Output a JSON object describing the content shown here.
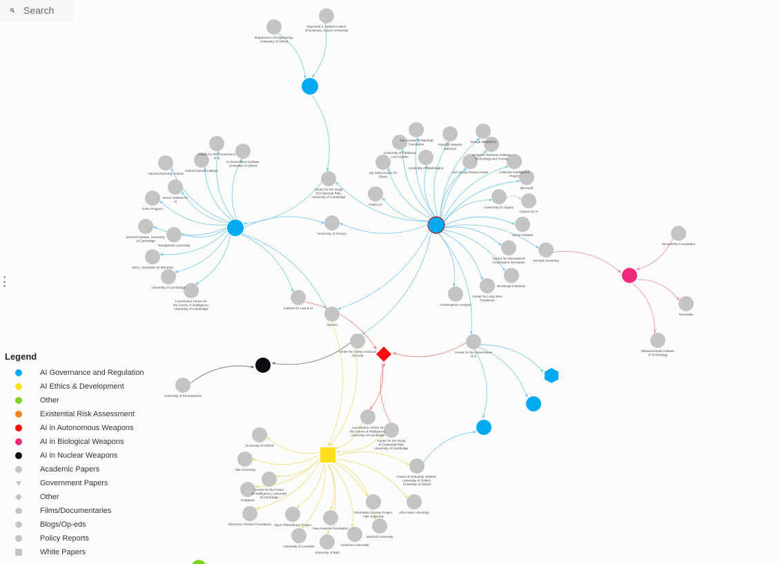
{
  "search": {
    "placeholder": "Search",
    "icon": "search-icon"
  },
  "legend": {
    "title": "Legend",
    "items": [
      {
        "label": "AI Governance and Regulation",
        "color": "#00aaf2",
        "shape": "circle"
      },
      {
        "label": "AI Ethics & Development",
        "color": "#ffe01a",
        "shape": "circle"
      },
      {
        "label": "Other",
        "color": "#7ed321",
        "shape": "circle"
      },
      {
        "label": "Existential Risk Assessment",
        "color": "#f5821f",
        "shape": "circle"
      },
      {
        "label": "AI in Autonomous Weapons",
        "color": "#ff0d0d",
        "shape": "circle"
      },
      {
        "label": "AI in Biological Weapons",
        "color": "#ee2a7b",
        "shape": "circle"
      },
      {
        "label": "AI in Nuclear Weapons",
        "color": "#0b0b12",
        "shape": "circle"
      },
      {
        "label": "Academic Papers",
        "color": "#c4c4c4",
        "shape": "circle"
      },
      {
        "label": "Government Papers",
        "color": "#c4c4c4",
        "shape": "triangle"
      },
      {
        "label": "Other",
        "color": "#c4c4c4",
        "shape": "diamond"
      },
      {
        "label": "Films/Documentaries",
        "color": "#c4c4c4",
        "shape": "pentagon"
      },
      {
        "label": "Blogs/Op-eds",
        "color": "#c4c4c4",
        "shape": "hexagon"
      },
      {
        "label": "Policy Reports",
        "color": "#c4c4c4",
        "shape": "circle"
      },
      {
        "label": "White Papers",
        "color": "#c4c4c4",
        "shape": "square"
      }
    ]
  },
  "hubs": [
    {
      "id": "h1",
      "category": "AI Governance and Regulation",
      "shape": "circle",
      "color": "#00aaf2"
    },
    {
      "id": "h2",
      "category": "AI Governance and Regulation",
      "shape": "circle",
      "color": "#00aaf2"
    },
    {
      "id": "h3",
      "category": "AI Governance and Regulation",
      "shape": "circle",
      "color": "#00aaf2"
    },
    {
      "id": "h4",
      "category": "AI in Biological Weapons",
      "shape": "circle",
      "color": "#ee2a7b"
    },
    {
      "id": "h5",
      "category": "AI in Nuclear Weapons",
      "shape": "circle",
      "color": "#0b0b12"
    },
    {
      "id": "h6",
      "category": "AI in Autonomous Weapons",
      "shape": "diamond",
      "color": "#ff0d0d"
    },
    {
      "id": "h7",
      "category": "AI Ethics & Development",
      "shape": "square",
      "color": "#ffe01a"
    },
    {
      "id": "h8",
      "category": "AI Governance and Regulation",
      "shape": "hexagon",
      "color": "#00aaf2"
    },
    {
      "id": "h9",
      "category": "AI Governance and Regulation",
      "shape": "circle",
      "color": "#00aaf2"
    },
    {
      "id": "h10",
      "category": "AI Governance and Regulation",
      "shape": "circle",
      "color": "#00aaf2"
    },
    {
      "id": "h11",
      "category": "Other",
      "shape": "circle",
      "color": "#7ed321"
    }
  ],
  "nodes": [
    {
      "id": "a1",
      "label": [
        "Department of Engineering,",
        "University of Oxford"
      ]
    },
    {
      "id": "a2",
      "label": [
        "Raymond J. Harbert Collect",
        "of Business, Auburn University"
      ]
    },
    {
      "id": "a3",
      "label": [
        "Centre for the Governance",
        "of AI"
      ]
    },
    {
      "id": "a4",
      "label": [
        "AI Governance Institute,",
        "University of Oxford"
      ]
    },
    {
      "id": "a5",
      "label": [
        "Oxford Internet Institute"
      ]
    },
    {
      "id": "a6",
      "label": [
        "Harvard Kennedy School"
      ]
    },
    {
      "id": "a7",
      "label": [
        "Vector Institute for",
        "AI"
      ]
    },
    {
      "id": "a8",
      "label": [
        "ILINA Program"
      ]
    },
    {
      "id": "a9",
      "label": [
        "Bennett Institute, University",
        "of Cambridge"
      ]
    },
    {
      "id": "a10",
      "label": [
        "Georgetown University"
      ]
    },
    {
      "id": "a11",
      "label": [
        "MILA, Université de Montréal"
      ]
    },
    {
      "id": "a12",
      "label": [
        "University of Cambridge"
      ]
    },
    {
      "id": "a13",
      "label": [
        "Leverhulme Centre for",
        "the Future of Intelligence,",
        "University of Cambridge"
      ]
    },
    {
      "id": "a14",
      "label": [
        "Center for the Study",
        "of Existential Risk,",
        "University of Cambridge"
      ]
    },
    {
      "id": "a15",
      "label": [
        "University of Toronto"
      ]
    },
    {
      "id": "a16",
      "label": [
        "Institute for Law & AI"
      ]
    },
    {
      "id": "a17",
      "label": [
        "OpenAI"
      ]
    },
    {
      "id": "a18",
      "label": [
        "Center for a New American",
        "Security"
      ]
    },
    {
      "id": "a19",
      "label": [
        "Center for the Governance",
        "of AI"
      ]
    },
    {
      "id": "a20",
      "label": [
        "University of Pennsylvania"
      ]
    },
    {
      "id": "b1",
      "label": [
        "The Andrew W Marshall",
        "Foundation"
      ]
    },
    {
      "id": "b2",
      "label": [
        "Plurality Network"
      ]
    },
    {
      "id": "b3",
      "label": [
        "Google DeepMind"
      ]
    },
    {
      "id": "b4",
      "label": [
        "University of California",
        "Los Angeles"
      ]
    },
    {
      "id": "b5",
      "label": [
        "Schwartz Reisman Institute",
        "Technology and Society"
      ]
    },
    {
      "id": "b6",
      "label": [
        "University of Washington"
      ]
    },
    {
      "id": "b7",
      "label": [
        "Akin Gump Strauss Hauer"
      ]
    },
    {
      "id": "b8",
      "label": [
        "Collective Intelligence",
        "Project"
      ]
    },
    {
      "id": "b9",
      "label": [
        "Lily Safra Center for",
        "Ethics"
      ]
    },
    {
      "id": "b10",
      "label": [
        "Microsoft"
      ]
    },
    {
      "id": "b11",
      "label": [
        "Field LLP"
      ]
    },
    {
      "id": "b12",
      "label": [
        "University of Virginia"
      ]
    },
    {
      "id": "b13",
      "label": [
        "Cohere for AI"
      ]
    },
    {
      "id": "b14",
      "label": [
        "Vector Institute"
      ]
    },
    {
      "id": "b15",
      "label": [
        "Centre for International",
        "Governance Innovation"
      ]
    },
    {
      "id": "b16",
      "label": [
        "Harvard University"
      ]
    },
    {
      "id": "b17",
      "label": [
        "Brookings Institution"
      ]
    },
    {
      "id": "b18",
      "label": [
        "Center for Long-Term",
        "Resilience"
      ]
    },
    {
      "id": "b19",
      "label": [
        "Convergence Analysis"
      ]
    },
    {
      "id": "b20",
      "label": [
        "Edmond"
      ]
    },
    {
      "id": "c1",
      "label": [
        "SecureDNA Foundation"
      ]
    },
    {
      "id": "c2",
      "label": [
        "SecureBio"
      ]
    },
    {
      "id": "c3",
      "label": [
        "Massachusetts Institute",
        "of Technology"
      ]
    },
    {
      "id": "d1",
      "label": [
        "Leverhulme Centre for",
        "the Future of Intelligence,",
        "University of Cambridge"
      ]
    },
    {
      "id": "d2",
      "label": [
        "Center for the Study",
        "of Existential Risk,",
        "University of Cambridge"
      ]
    },
    {
      "id": "d3",
      "label": [
        "University of Oxford"
      ]
    },
    {
      "id": "d4",
      "label": [
        "Yale University"
      ]
    },
    {
      "id": "d5",
      "label": [
        "Centre for the Future",
        "of Intelligence, University",
        "of Cambridge"
      ]
    },
    {
      "id": "d6",
      "label": [
        "Endgame"
      ]
    },
    {
      "id": "d7",
      "label": [
        "Future of Humanity Institute,",
        "University of Oxford,",
        "University of Oxford"
      ]
    },
    {
      "id": "d8",
      "label": [
        "Information Society Project,",
        "Yale University"
      ]
    },
    {
      "id": "d9",
      "label": [
        "Ohio State University"
      ]
    },
    {
      "id": "d10",
      "label": [
        "Electronic Frontier Foundation"
      ]
    },
    {
      "id": "d11",
      "label": [
        "Open Philanthropy Project"
      ]
    },
    {
      "id": "d12",
      "label": [
        "New America Foundation"
      ]
    },
    {
      "id": "d13",
      "label": [
        "Stanford University"
      ]
    },
    {
      "id": "d14",
      "label": [
        "University of Louisville"
      ]
    },
    {
      "id": "d15",
      "label": [
        "University of Bath"
      ]
    },
    {
      "id": "d16",
      "label": [
        "American University"
      ]
    }
  ],
  "edges": [
    [
      "a1",
      "h1"
    ],
    [
      "a2",
      "h1"
    ],
    [
      "h1",
      "a14"
    ],
    [
      "h2",
      "a3"
    ],
    [
      "h2",
      "a4"
    ],
    [
      "h2",
      "a5"
    ],
    [
      "h2",
      "a6"
    ],
    [
      "h2",
      "a7"
    ],
    [
      "h2",
      "a8"
    ],
    [
      "h2",
      "a9"
    ],
    [
      "h2",
      "a10"
    ],
    [
      "h2",
      "a11"
    ],
    [
      "h2",
      "a12"
    ],
    [
      "h2",
      "a13"
    ],
    [
      "a14",
      "h2"
    ],
    [
      "h2",
      "a15"
    ],
    [
      "h2",
      "a16"
    ],
    [
      "h2",
      "a17"
    ],
    [
      "h3",
      "b1"
    ],
    [
      "h3",
      "b2"
    ],
    [
      "h3",
      "b3"
    ],
    [
      "h3",
      "b4"
    ],
    [
      "h3",
      "b5"
    ],
    [
      "h3",
      "b6"
    ],
    [
      "h3",
      "b7"
    ],
    [
      "h3",
      "b8"
    ],
    [
      "h3",
      "b9"
    ],
    [
      "h3",
      "b10"
    ],
    [
      "h3",
      "b11"
    ],
    [
      "h3",
      "b12"
    ],
    [
      "b12",
      "b13"
    ],
    [
      "h3",
      "b14"
    ],
    [
      "h3",
      "b15"
    ],
    [
      "h3",
      "b16"
    ],
    [
      "h3",
      "b17"
    ],
    [
      "h3",
      "b18"
    ],
    [
      "h3",
      "b19"
    ],
    [
      "h3",
      "a15"
    ],
    [
      "h3",
      "a14"
    ],
    [
      "h3",
      "a17"
    ],
    [
      "h3",
      "a18"
    ],
    [
      "h3",
      "a19"
    ],
    [
      "b16",
      "h4"
    ],
    [
      "c1",
      "h4"
    ],
    [
      "h4",
      "c2"
    ],
    [
      "h4",
      "c3"
    ],
    [
      "a20",
      "h5"
    ],
    [
      "a18",
      "h5"
    ],
    [
      "a16",
      "h6"
    ],
    [
      "a19",
      "h6"
    ],
    [
      "h6",
      "d1"
    ],
    [
      "d2",
      "h6"
    ],
    [
      "a17",
      "h7"
    ],
    [
      "a18",
      "h7"
    ],
    [
      "d1",
      "h7"
    ],
    [
      "d2",
      "h7"
    ],
    [
      "h7",
      "d7"
    ],
    [
      "h7",
      "d3"
    ],
    [
      "h7",
      "d4"
    ],
    [
      "h7",
      "d5"
    ],
    [
      "h7",
      "d6"
    ],
    [
      "h7",
      "d8"
    ],
    [
      "h7",
      "d9"
    ],
    [
      "h7",
      "d10"
    ],
    [
      "h7",
      "d11"
    ],
    [
      "h7",
      "d12"
    ],
    [
      "h7",
      "d13"
    ],
    [
      "h7",
      "d14"
    ],
    [
      "h7",
      "d15"
    ],
    [
      "h7",
      "d16"
    ],
    [
      "a19",
      "h8"
    ],
    [
      "a19",
      "h9"
    ],
    [
      "a19",
      "h10"
    ],
    [
      "d7",
      "h10"
    ]
  ]
}
